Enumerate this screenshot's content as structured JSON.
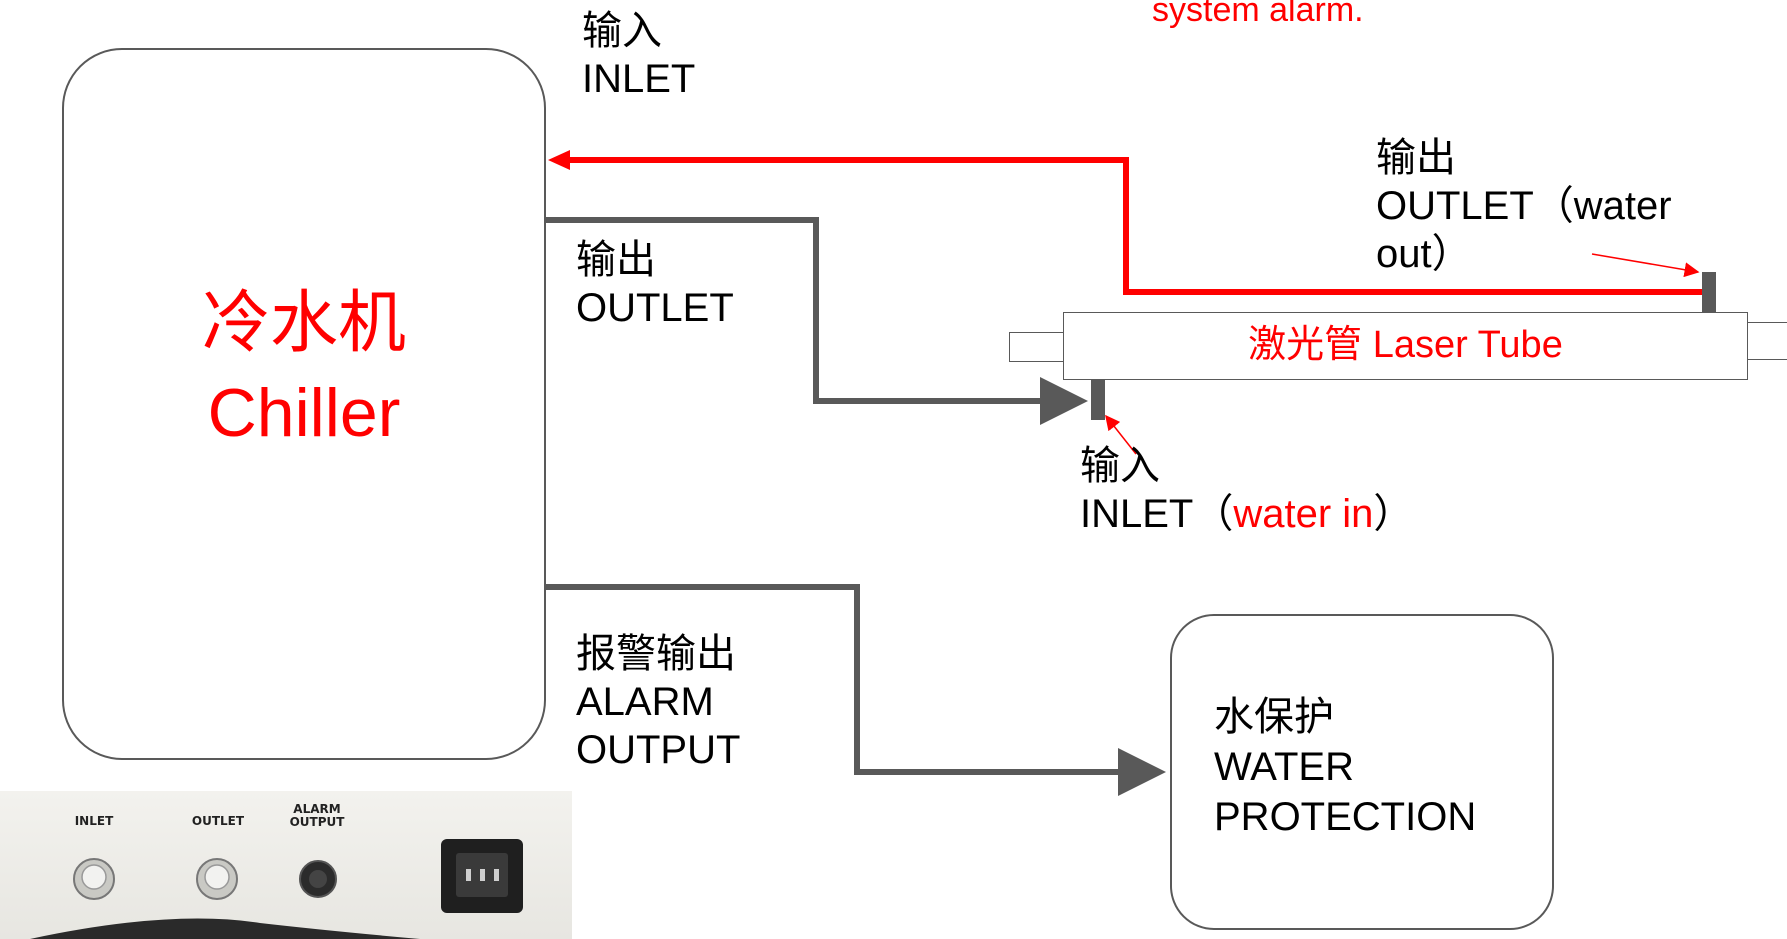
{
  "notice": "system alarm.",
  "chiller": {
    "cn": "冷水机",
    "en": "Chiller"
  },
  "chiller_inlet": {
    "cn": "输入",
    "en": "INLET"
  },
  "chiller_outlet": {
    "cn": "输出",
    "en": "OUTLET"
  },
  "alarm_output": {
    "cn": "报警输出",
    "l1": "ALARM",
    "l2": "OUTPUT"
  },
  "laser_tube": {
    "label": "激光管 Laser Tube"
  },
  "tube_outlet": {
    "cn": "输出",
    "l1": "OUTLET（water",
    "l2": "out）"
  },
  "tube_inlet": {
    "cn": "输入",
    "en_prefix": "INLET（",
    "highlight": "water in",
    "suffix": "）"
  },
  "water_protection": {
    "cn": "水保护",
    "l1": "WATER",
    "l2": "PROTECTION"
  },
  "photo_panel": {
    "inlet": "INLET",
    "outlet": "OUTLET",
    "alarm_l1": "ALARM",
    "alarm_l2": "OUTPUT"
  },
  "colors": {
    "return_line": "#ff0000",
    "supply_line": "#595959",
    "accent_text": "#ff0000"
  },
  "icons": [
    "arrow-head-icon",
    "water-port-icon",
    "power-socket-icon"
  ]
}
